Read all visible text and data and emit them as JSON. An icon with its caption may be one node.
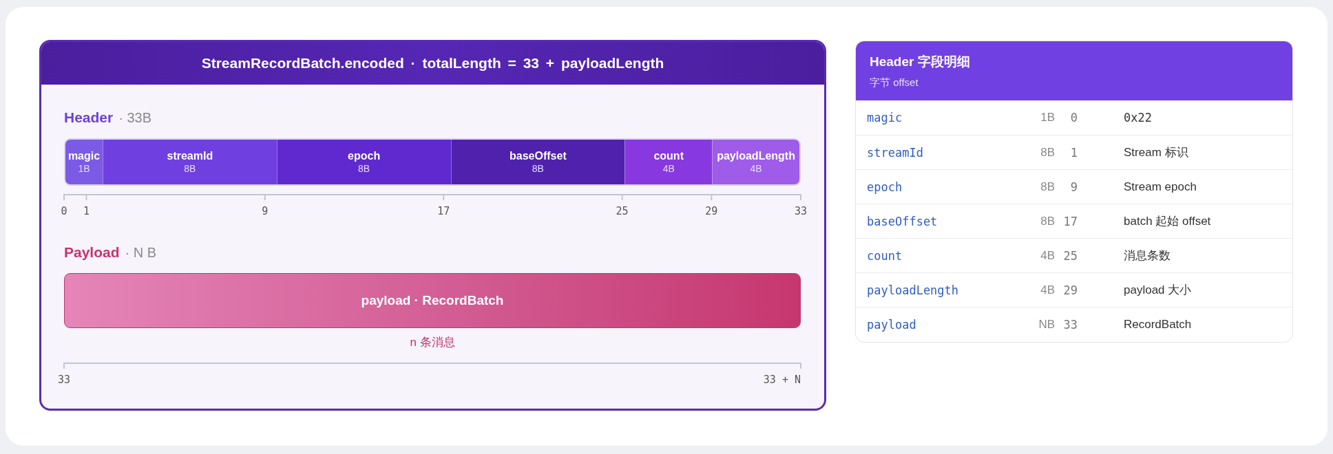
{
  "diagram": {
    "nodes": [
      {
        "text": [
          "StreamRecordBatch.encoded · totalLength = 33 + payloadLength"
        ]
      },
      {
        "text": [
          "Header",
          "· 33B"
        ],
        "in": 0
      },
      {
        "text": [
          "magic",
          "1B"
        ],
        "in": 1
      },
      {
        "text": [
          "streamId",
          "8B"
        ],
        "in": 1
      },
      {
        "text": [
          "epoch",
          "8B"
        ],
        "in": 1
      },
      {
        "text": [
          "baseOffset",
          "8B"
        ],
        "in": 1
      },
      {
        "text": [
          "count",
          "4B"
        ],
        "in": 1
      },
      {
        "text": [
          "payloadLength",
          "4B"
        ],
        "in": 1
      },
      {
        "text": [
          "Payload",
          "· N B",
          "payload · RecordBatch"
        ],
        "beside": [
          "n 条消息"
        ],
        "in": 0
      },
      {
        "text": [
          "Header 字段明细",
          "字节 offset"
        ]
      },
      {
        "text": [
          "magic",
          "1B",
          "0",
          "0x22"
        ],
        "in": 9
      },
      {
        "text": [
          "streamId",
          "8B",
          "1",
          "Stream 标识"
        ],
        "in": 9
      },
      {
        "text": [
          "epoch",
          "8B",
          "9",
          "Stream epoch"
        ],
        "in": 9
      },
      {
        "text": [
          "baseOffset",
          "8B",
          "17",
          "batch 起始 offset"
        ],
        "in": 9
      },
      {
        "text": [
          "count",
          "4B",
          "25",
          "消息条数"
        ],
        "in": 9
      },
      {
        "text": [
          "payloadLength",
          "4B",
          "29",
          "payload 大小"
        ],
        "in": 9
      },
      {
        "text": [
          "payload",
          "NB",
          "33",
          "RecordBatch"
        ],
        "in": 9
      }
    ],
    "labels": [
      "0",
      "1",
      "9",
      "17",
      "25",
      "29",
      "33",
      "33",
      "33 + N"
    ]
  }
}
